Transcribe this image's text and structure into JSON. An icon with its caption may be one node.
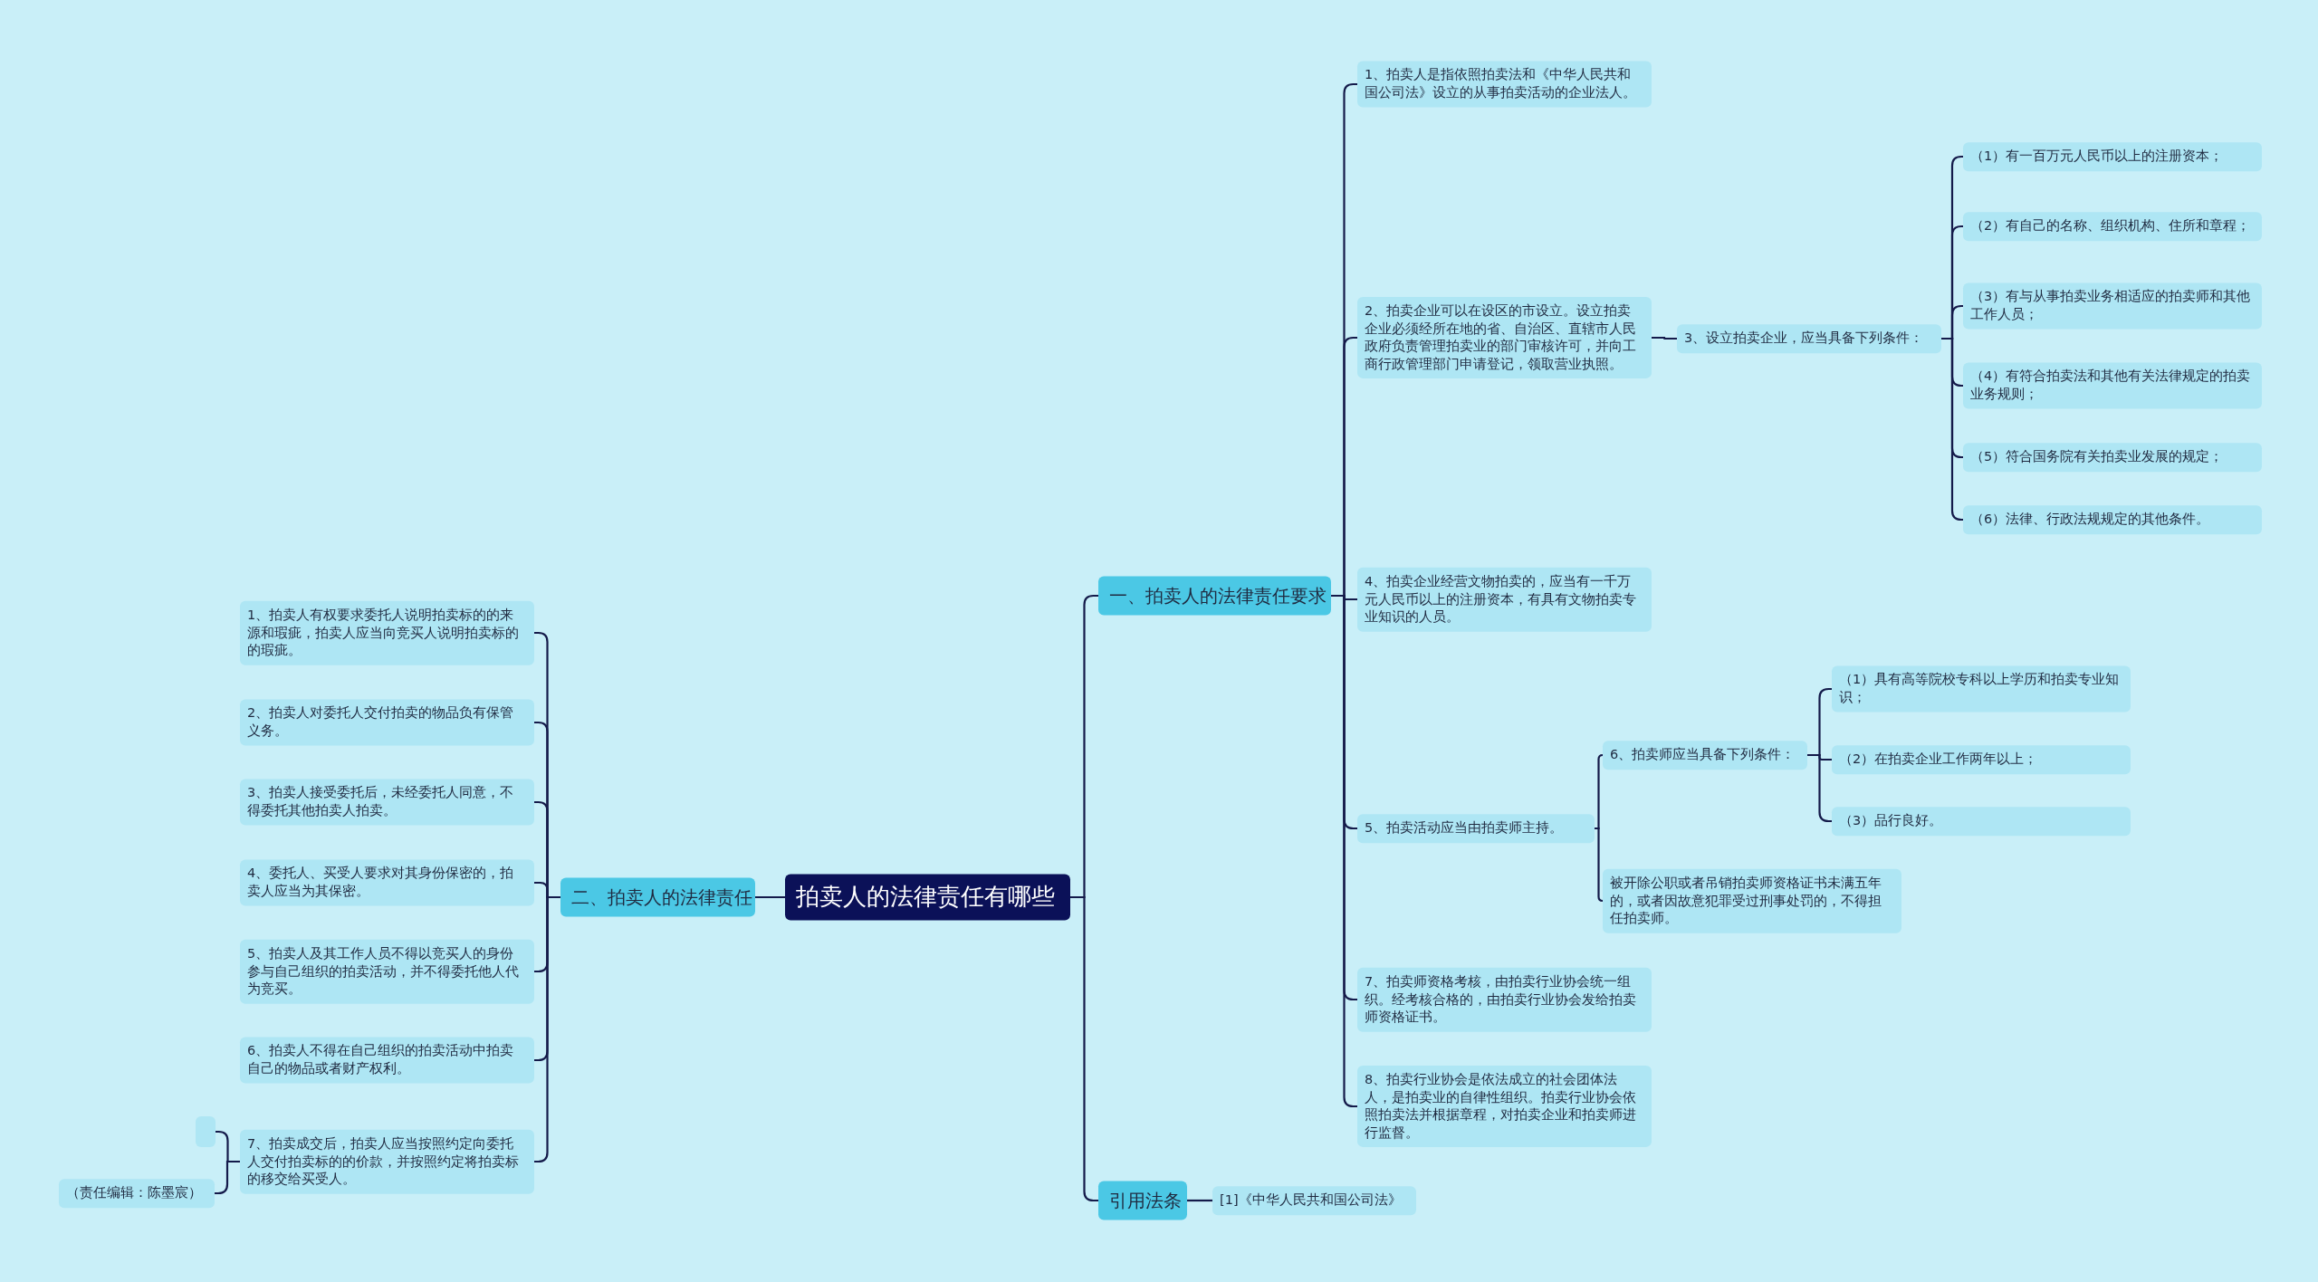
{
  "diagram": {
    "nodes": [
      {
        "text": [
          "拍卖人的法律责任有哪些"
        ]
      },
      {
        "text": [
          "一、拍卖人的法律责任要求"
        ]
      },
      {
        "text": [
          "1、拍卖人是指依照拍卖法和《中华人民共和国公司法》设立的从事拍卖活动的企业法人。"
        ]
      },
      {
        "text": [
          "2、拍卖企业可以在设区的市设立。设立拍卖企业必须经所在地的省、自治区、直辖市人民政府负责管理拍卖业的部门审核许可，并向工商行政管理部门申请登记，领取营业执照。"
        ]
      },
      {
        "text": [
          "3、设立拍卖企业，应当具备下列条件："
        ]
      },
      {
        "text": [
          "（1）有一百万元人民币以上的注册资本；"
        ]
      },
      {
        "text": [
          "（2）有自己的名称、组织机构、住所和章程；"
        ]
      },
      {
        "text": [
          "（3）有与从事拍卖业务相适应的拍卖师和其他工作人员；"
        ]
      },
      {
        "text": [
          "（4）有符合拍卖法和其他有关法律规定的拍卖业务规则；"
        ]
      },
      {
        "text": [
          "（5）符合国务院有关拍卖业发展的规定；"
        ]
      },
      {
        "text": [
          "（6）法律、行政法规规定的其他条件。"
        ]
      },
      {
        "text": [
          "4、拍卖企业经营文物拍卖的，应当有一千万元人民币以上的注册资本，有具有文物拍卖专业知识的人员。"
        ]
      },
      {
        "text": [
          "5、拍卖活动应当由拍卖师主持。"
        ]
      },
      {
        "text": [
          "6、拍卖师应当具备下列条件："
        ]
      },
      {
        "text": [
          "（1）具有高等院校专科以上学历和拍卖专业知识；"
        ]
      },
      {
        "text": [
          "（2）在拍卖企业工作两年以上；"
        ]
      },
      {
        "text": [
          "（3）品行良好。"
        ]
      },
      {
        "text": [
          "被开除公职或者吊销拍卖师资格证书未满五年的，或者因故意犯罪受过刑事处罚的，不得担任拍卖师。"
        ]
      },
      {
        "text": [
          "7、拍卖师资格考核，由拍卖行业协会统一组织。经考核合格的，由拍卖行业协会发给拍卖师资格证书。"
        ]
      },
      {
        "text": [
          "8、拍卖行业协会是依法成立的社会团体法人，是拍卖业的自律性组织。拍卖行业协会依照拍卖法并根据章程，对拍卖企业和拍卖师进行监督。"
        ]
      },
      {
        "text": [
          "二、拍卖人的法律责任"
        ]
      },
      {
        "text": [
          "1、拍卖人有权要求委托人说明拍卖标的的来源和瑕疵，拍卖人应当向竞买人说明拍卖标的的瑕疵。"
        ]
      },
      {
        "text": [
          "2、拍卖人对委托人交付拍卖的物品负有保管义务。"
        ]
      },
      {
        "text": [
          "3、拍卖人接受委托后，未经委托人同意，不得委托其他拍卖人拍卖。"
        ]
      },
      {
        "text": [
          "4、委托人、买受人要求对其身份保密的，拍卖人应当为其保密。"
        ]
      },
      {
        "text": [
          "5、拍卖人及其工作人员不得以竞买人的身份参与自己组织的拍卖活动，并不得委托他人代为竞买。"
        ]
      },
      {
        "text": [
          "6、拍卖人不得在自己组织的拍卖活动中拍卖自己的物品或者财产权利。"
        ]
      },
      {
        "text": [
          "7、拍卖成交后，拍卖人应当按照约定向委托人交付拍卖标的的价款，并按照约定将拍卖标的移交给买受人。"
        ]
      },
      {
        "text": [],
        "shape": "box"
      },
      {
        "text": [
          "（责任编辑：陈墨宸）"
        ]
      },
      {
        "text": [
          "引用法条"
        ]
      },
      {
        "text": [
          "[1]《中华人民共和国公司法》"
        ]
      }
    ],
    "edges": [
      {
        "from": 0,
        "to": 1,
        "arrow": "none"
      },
      {
        "from": 1,
        "to": 2,
        "arrow": "none"
      },
      {
        "from": 1,
        "to": 3,
        "arrow": "none"
      },
      {
        "from": 3,
        "to": 4,
        "arrow": "none"
      },
      {
        "from": 4,
        "to": 5,
        "arrow": "none"
      },
      {
        "from": 4,
        "to": 6,
        "arrow": "none"
      },
      {
        "from": 4,
        "to": 7,
        "arrow": "none"
      },
      {
        "from": 4,
        "to": 8,
        "arrow": "none"
      },
      {
        "from": 4,
        "to": 9,
        "arrow": "none"
      },
      {
        "from": 4,
        "to": 10,
        "arrow": "none"
      },
      {
        "from": 1,
        "to": 11,
        "arrow": "none"
      },
      {
        "from": 1,
        "to": 12,
        "arrow": "none"
      },
      {
        "from": 12,
        "to": 13,
        "arrow": "none"
      },
      {
        "from": 13,
        "to": 14,
        "arrow": "none"
      },
      {
        "from": 13,
        "to": 15,
        "arrow": "none"
      },
      {
        "from": 13,
        "to": 16,
        "arrow": "none"
      },
      {
        "from": 12,
        "to": 17,
        "arrow": "none"
      },
      {
        "from": 1,
        "to": 18,
        "arrow": "none"
      },
      {
        "from": 1,
        "to": 19,
        "arrow": "none"
      },
      {
        "from": 0,
        "to": 20,
        "arrow": "none"
      },
      {
        "from": 20,
        "to": 21,
        "arrow": "none"
      },
      {
        "from": 20,
        "to": 22,
        "arrow": "none"
      },
      {
        "from": 20,
        "to": 23,
        "arrow": "none"
      },
      {
        "from": 20,
        "to": 24,
        "arrow": "none"
      },
      {
        "from": 20,
        "to": 25,
        "arrow": "none"
      },
      {
        "from": 20,
        "to": 26,
        "arrow": "none"
      },
      {
        "from": 20,
        "to": 27,
        "arrow": "none"
      },
      {
        "from": 27,
        "to": 28,
        "arrow": "none"
      },
      {
        "from": 27,
        "to": 29,
        "arrow": "none"
      },
      {
        "from": 0,
        "to": 30,
        "arrow": "none"
      },
      {
        "from": 30,
        "to": 31,
        "arrow": "none"
      }
    ]
  }
}
